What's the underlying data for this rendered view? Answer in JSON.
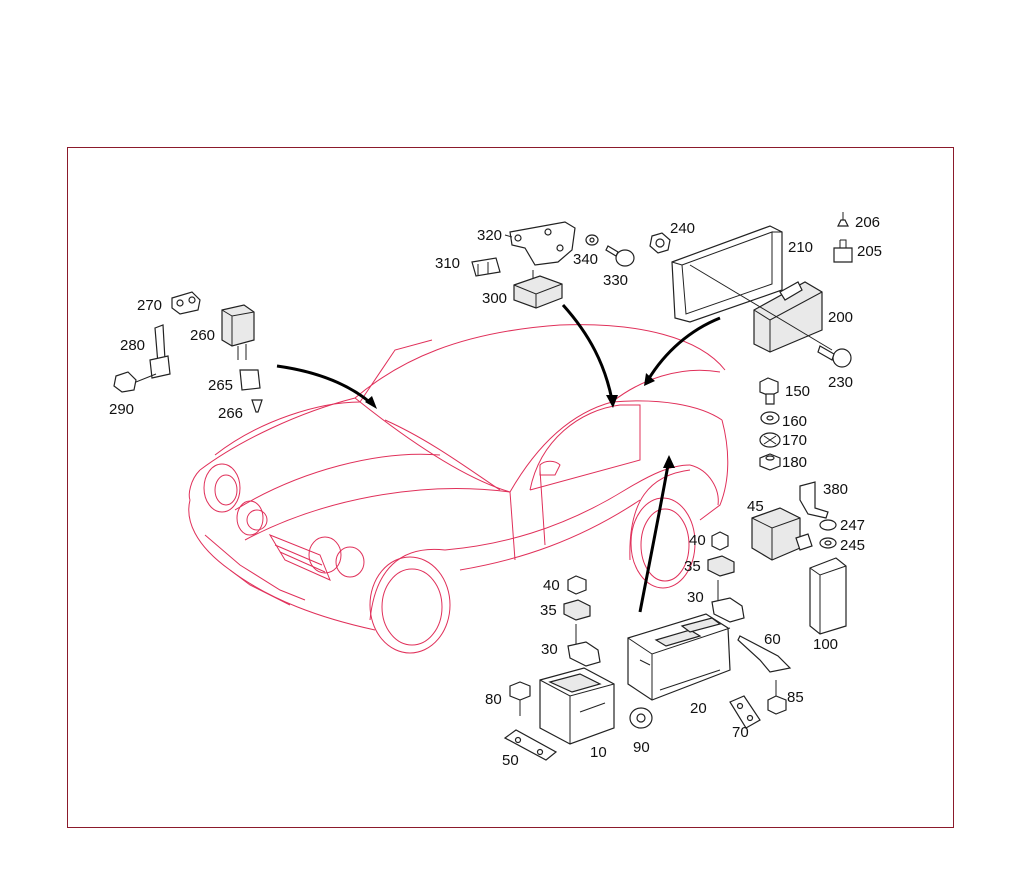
{
  "colors": {
    "frame": "#8b1a2b",
    "car_outline": "#e0305a",
    "parts": "#222222",
    "arrows": "#000000"
  },
  "labels": [
    {
      "id": "320",
      "text": "320"
    },
    {
      "id": "310",
      "text": "310"
    },
    {
      "id": "300",
      "text": "300"
    },
    {
      "id": "340",
      "text": "340"
    },
    {
      "id": "330",
      "text": "330"
    },
    {
      "id": "240",
      "text": "240"
    },
    {
      "id": "210",
      "text": "210"
    },
    {
      "id": "206",
      "text": "206"
    },
    {
      "id": "205",
      "text": "205"
    },
    {
      "id": "200",
      "text": "200"
    },
    {
      "id": "230",
      "text": "230"
    },
    {
      "id": "270",
      "text": "270"
    },
    {
      "id": "260",
      "text": "260"
    },
    {
      "id": "280",
      "text": "280"
    },
    {
      "id": "265",
      "text": "265"
    },
    {
      "id": "290",
      "text": "290"
    },
    {
      "id": "266",
      "text": "266"
    },
    {
      "id": "150",
      "text": "150"
    },
    {
      "id": "160",
      "text": "160"
    },
    {
      "id": "170",
      "text": "170"
    },
    {
      "id": "180",
      "text": "180"
    },
    {
      "id": "45",
      "text": "45"
    },
    {
      "id": "380",
      "text": "380"
    },
    {
      "id": "247",
      "text": "247"
    },
    {
      "id": "245",
      "text": "245"
    },
    {
      "id": "100",
      "text": "100"
    },
    {
      "id": "40a",
      "text": "40"
    },
    {
      "id": "35a",
      "text": "35"
    },
    {
      "id": "30a",
      "text": "30"
    },
    {
      "id": "40b",
      "text": "40"
    },
    {
      "id": "35b",
      "text": "35"
    },
    {
      "id": "30b",
      "text": "30"
    },
    {
      "id": "60",
      "text": "60"
    },
    {
      "id": "20",
      "text": "20"
    },
    {
      "id": "85",
      "text": "85"
    },
    {
      "id": "70",
      "text": "70"
    },
    {
      "id": "80",
      "text": "80"
    },
    {
      "id": "10",
      "text": "10"
    },
    {
      "id": "90",
      "text": "90"
    },
    {
      "id": "50",
      "text": "50"
    }
  ]
}
